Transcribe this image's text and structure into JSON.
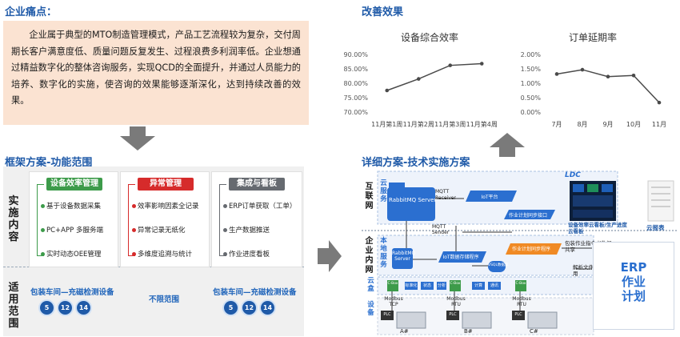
{
  "pain": {
    "title": "企业痛点：",
    "text": "企业属于典型的MTO制造管理模式，产品工艺流程较为复杂，交付周期长客户满意度低、质量问题反复发生、过程浪费多利润率低。企业想通过精益数字化的整体咨询服务，实现QCD的全面提升，并通过人员能力的培养、数字化的实施，使咨询的效果能够逐渐深化，达到持续改善的效果。"
  },
  "results": {
    "title": "改善效果",
    "oee_chart": {
      "type": "line",
      "title": "设备综合效率",
      "categories": [
        "11月第1周",
        "11月第2周",
        "11月第3周",
        "11月第4周"
      ],
      "values": [
        77.5,
        81.5,
        86.2,
        86.8
      ],
      "yticks": [
        "90.00%",
        "85.00%",
        "80.00%",
        "75.00%",
        "70.00%"
      ],
      "ylim": [
        70,
        90
      ],
      "color": "#4a4a4a"
    },
    "delay_chart": {
      "type": "line",
      "title": "订单延期率",
      "categories": [
        "7月",
        "8月",
        "9月",
        "10月",
        "11月"
      ],
      "values": [
        1.32,
        1.47,
        1.23,
        1.27,
        0.33
      ],
      "yticks": [
        "2.00%",
        "1.50%",
        "1.00%",
        "0.50%",
        "0.00%"
      ],
      "ylim": [
        0,
        2
      ],
      "color": "#4a4a4a"
    }
  },
  "framework": {
    "title": "框架方案-功能范围",
    "row1_label": "实施内容",
    "row2_label": "适用范围",
    "columns": [
      {
        "head": "设备效率管理",
        "color": "#3d9b4a",
        "items": [
          "基于设备数据采集",
          "PC+APP 多服务端",
          "实时动态OEE管理"
        ]
      },
      {
        "head": "异常管理",
        "color": "#d62b2b",
        "items": [
          "效率影响因素全记录",
          "异常记录无纸化",
          "多维度追溯与统计"
        ]
      },
      {
        "head": "集成与看板",
        "color": "#666a70",
        "items": [
          "ERP订单获取（工单）",
          "生产数据推送",
          "作业进度看板"
        ]
      }
    ],
    "scope": {
      "left_text": "包装车间—充磁检测设备",
      "middle_text": "不限范围",
      "right_text": "包装车间—充磁检测设备",
      "badges": [
        "5",
        "12",
        "14"
      ]
    }
  },
  "tech": {
    "title": "详细方案-技术实施方案",
    "internet_label": "互联网",
    "cloud_label": "云服务",
    "intranet_label": "企业内网",
    "local_label": "本地服务",
    "edge_label": "云盒",
    "device_label": "设备",
    "ldc_label": "LDC",
    "mqtt_receiver": "MQTT Receiver",
    "rabbit_cloud": "RabbitMQ Server",
    "iot_platform": "IoT平台",
    "job_sync_cloud": "作业计划同步接口",
    "oee_board_label": "设备效率云看板/生产进度云看板",
    "cloud_report_label": "云报表",
    "mqtt_sender_label": "MQTT Sender",
    "rabbit_local": "RabbitMQ Server",
    "iot_local": "IoT数据存储程序",
    "vsql": "VSQL数据库",
    "job_sync_local": "作业计划同步程序",
    "pkg_info": "包装作业指令书数据共享",
    "parse": "解析文件数据应用",
    "erp_lines": [
      "ERP",
      "作业",
      "计划"
    ],
    "cbox": "C-Box",
    "edge_items": [
      "标准化",
      "状态",
      "分析"
    ],
    "edge_items2": [
      "计算",
      "通讯"
    ],
    "modbus": [
      {
        "proto": "Modbus",
        "mode": "TCP",
        "line": "A#"
      },
      {
        "proto": "Modbus",
        "mode": "RTU",
        "line": "B#"
      },
      {
        "proto": "Modbus",
        "mode": "RTU",
        "line": "C#"
      }
    ],
    "plc": "PLC"
  }
}
